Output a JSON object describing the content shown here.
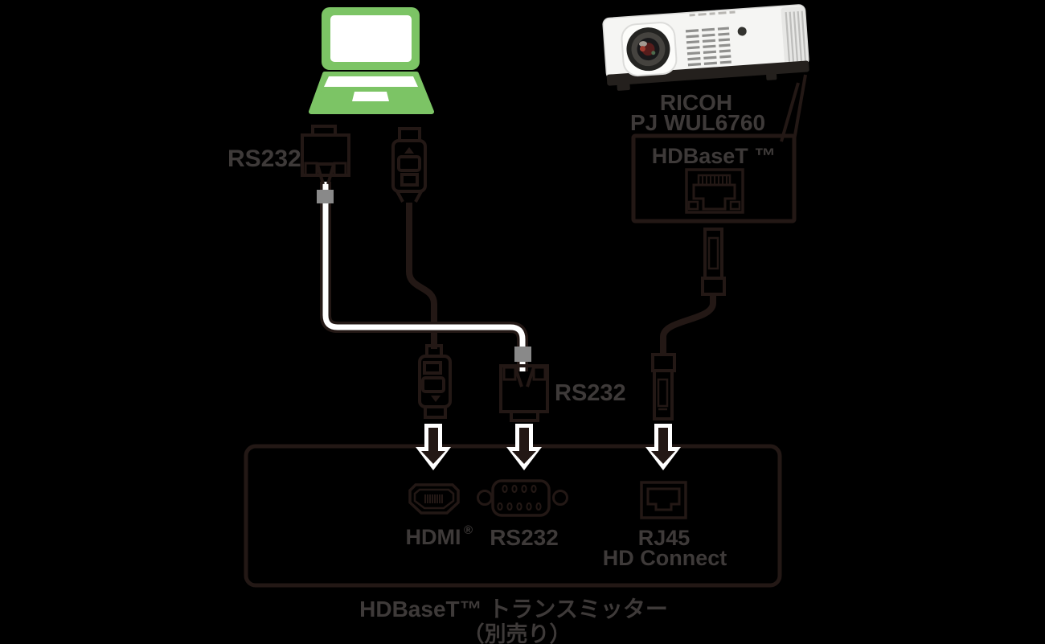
{
  "colors": {
    "background": "#000000",
    "line_art": "#231815",
    "label_text": "#3e3a39",
    "laptop_green": "#7cc465",
    "strain_relief_gray": "#898989",
    "cable_core_white": "#ffffff"
  },
  "source_device": {
    "icon": "laptop-icon",
    "outputs": {
      "rs232_cable_label": "RS232",
      "hdmi_cable_icon": "hdmi-plug-icon",
      "rs232_connector_icon": "dsub-connector-icon"
    }
  },
  "projector": {
    "photo_icon": "projector-photo",
    "name_line1": "RICOH",
    "name_line2": "PJ WUL6760",
    "panel": {
      "label": "HDBaseT ™",
      "jack_icon": "rj45-jack-icon",
      "plug_icon": "rj45-plug-icon"
    }
  },
  "cables": {
    "rs232_transmitter_side_label": "RS232",
    "down_arrow_icon": "down-arrow-icon"
  },
  "transmitter": {
    "ports": {
      "hdmi_label": "HDMI",
      "hdmi_mark": "®",
      "hdmi_icon": "hdmi-port-icon",
      "rs232_label": "RS232",
      "rs232_icon": "rs232-dsub9-port-icon",
      "rj45_label": "RJ45",
      "rj45_sublabel": "HD Connect",
      "rj45_icon": "rj45-port-icon"
    },
    "caption_line1": "HDBaseT™ トランスミッター",
    "caption_line2": "（別売り）"
  }
}
